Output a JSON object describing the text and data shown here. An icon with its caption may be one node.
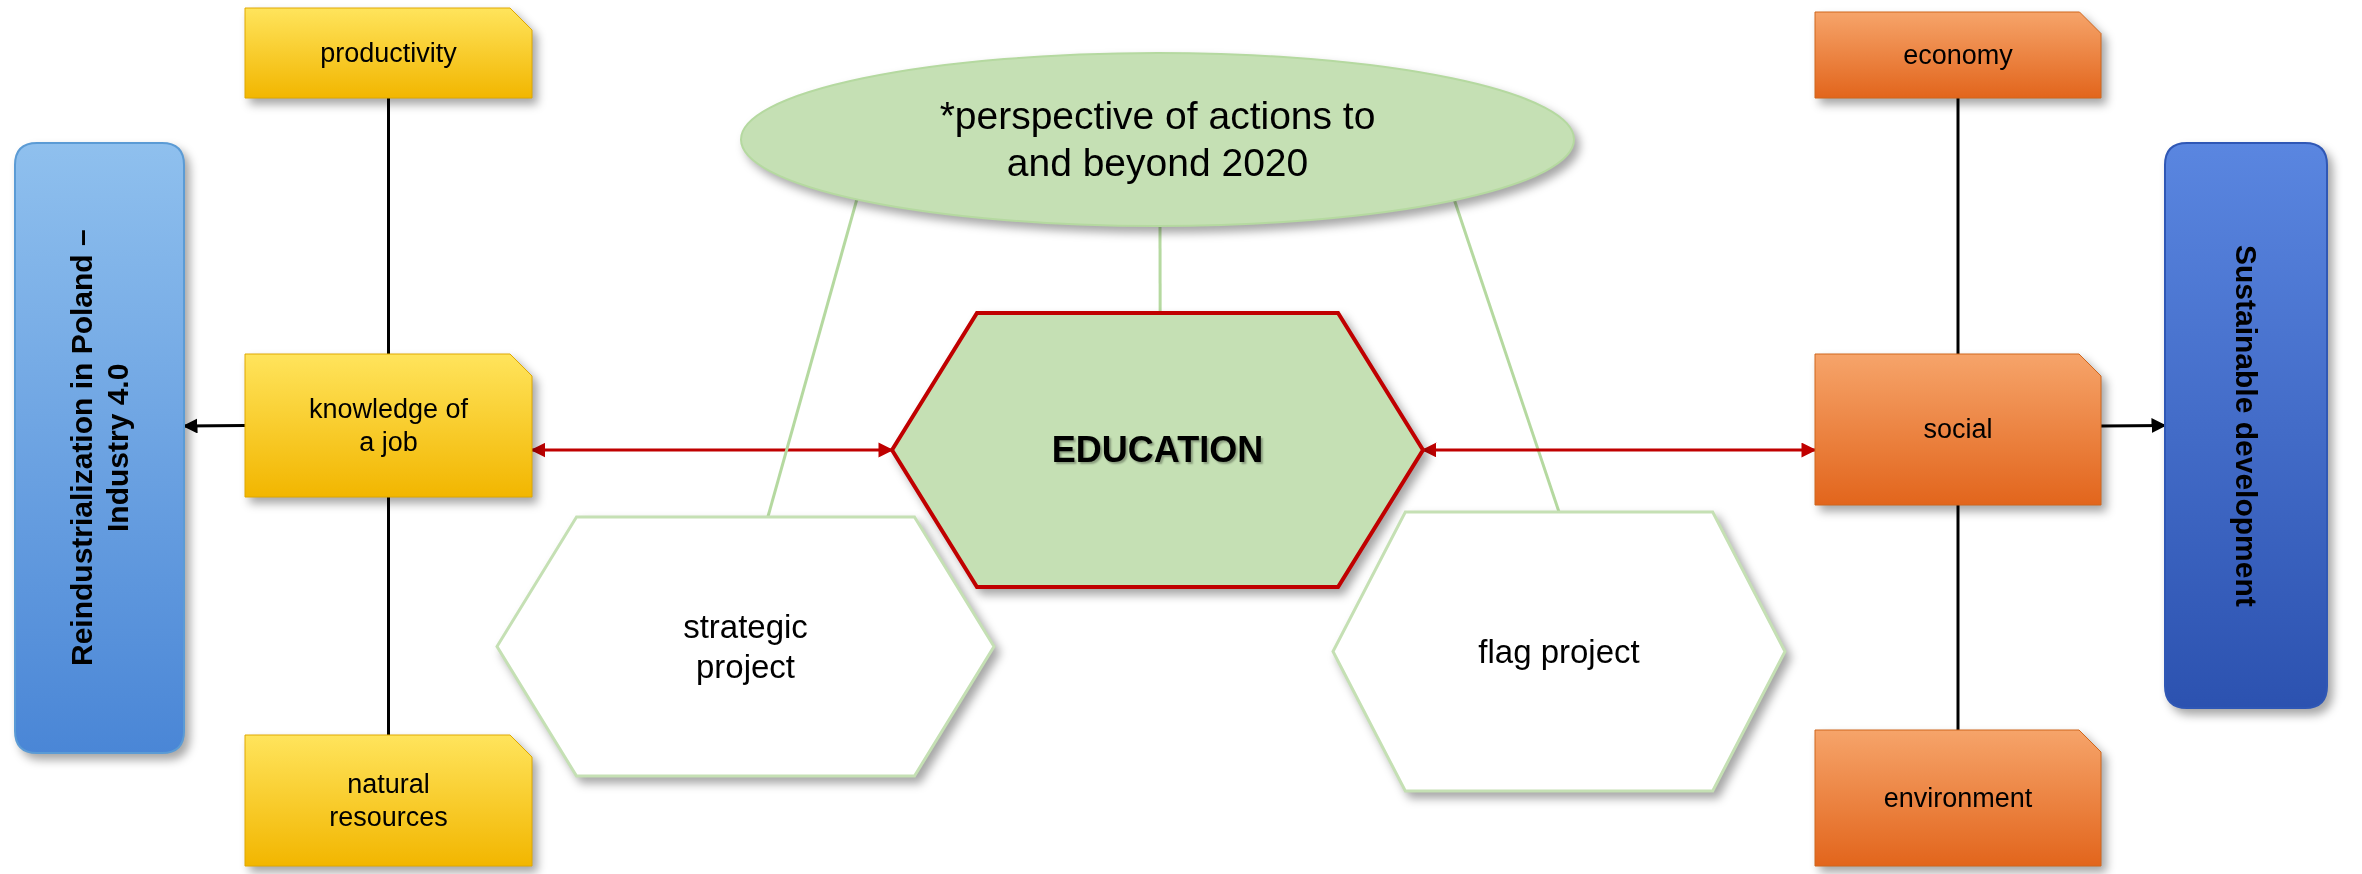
{
  "diagram": {
    "nodes": [
      {
        "text": [
          "Reindustrialization in Poland – Industry 4.0"
        ]
      },
      {
        "text": [
          "productivity"
        ]
      },
      {
        "text": [
          "knowledge of a job"
        ]
      },
      {
        "text": [
          "natural resources"
        ]
      },
      {
        "text": [
          "*perspective of actions to and beyond 2020"
        ]
      },
      {
        "text": [
          "EDUCATION"
        ]
      },
      {
        "text": [
          "strategic project"
        ]
      },
      {
        "text": [
          "flag project"
        ]
      },
      {
        "text": [
          "economy"
        ]
      },
      {
        "text": [
          "social"
        ]
      },
      {
        "text": [
          "environment"
        ]
      },
      {
        "text": [
          "Sustainable development"
        ]
      }
    ],
    "edges": [
      {
        "from": 1,
        "to": 2,
        "arrow": "none"
      },
      {
        "from": 2,
        "to": 3,
        "arrow": "none"
      },
      {
        "from": 2,
        "to": 0,
        "arrow": "to"
      },
      {
        "from": 2,
        "to": 5,
        "arrow": "both",
        "color": "#c00000"
      },
      {
        "from": 4,
        "to": 6,
        "arrow": "none",
        "color": "#b5d9a0"
      },
      {
        "from": 4,
        "to": 5,
        "arrow": "none",
        "color": "#b5d9a0"
      },
      {
        "from": 4,
        "to": 7,
        "arrow": "none",
        "color": "#b5d9a0"
      },
      {
        "from": 5,
        "to": 9,
        "arrow": "both",
        "color": "#c00000"
      },
      {
        "from": 8,
        "to": 9,
        "arrow": "none"
      },
      {
        "from": 9,
        "to": 10,
        "arrow": "none"
      },
      {
        "from": 9,
        "to": 11,
        "arrow": "to"
      }
    ]
  }
}
